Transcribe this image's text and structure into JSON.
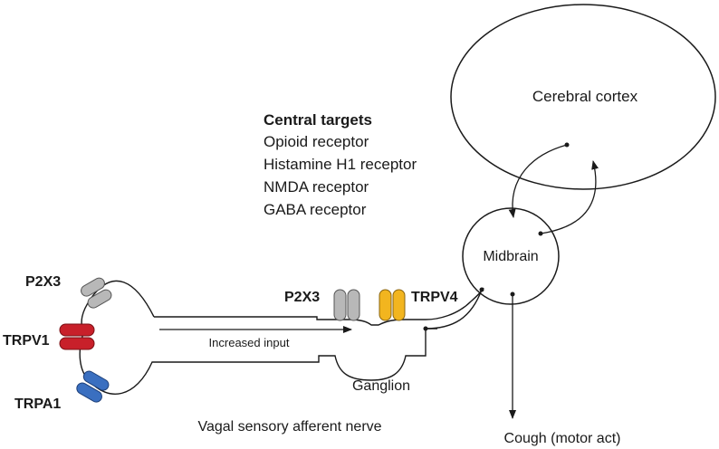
{
  "regions": {
    "cerebral_cortex": "Cerebral cortex",
    "midbrain": "Midbrain",
    "ganglion": "Ganglion",
    "nerve": "Vagal sensory afferent nerve",
    "motor_output": "Cough (motor act)"
  },
  "central_targets": {
    "title": "Central targets",
    "items": [
      "Opioid receptor",
      "Histamine H1 receptor",
      "NMDA receptor",
      "GABA receptor"
    ]
  },
  "peripheral_receptors": {
    "p2x3": "P2X3",
    "trpv1": "TRPV1",
    "trpa1": "TRPA1"
  },
  "ganglion_receptors": {
    "p2x3": "P2X3",
    "trpv4": "TRPV4"
  },
  "arrow_label": "Increased input",
  "colors": {
    "line": "#1a1a1a",
    "p2x3": "#b8b8b8",
    "trpv1": "#c8202a",
    "trpa1": "#3a6fc0",
    "trpv4": "#f2b51f"
  }
}
